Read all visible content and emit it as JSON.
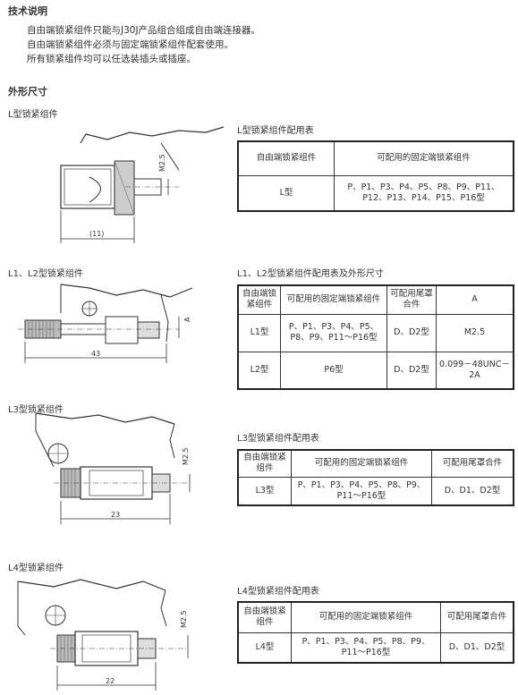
{
  "tech": {
    "title": "技术说明",
    "lines": [
      "自由端锁紧组件只能与J30J产品组合组成自由端连接器。",
      "自由端锁紧组件必须与固定端锁紧组件配套使用。",
      "所有锁紧组件均可以任选装插头或插座。"
    ]
  },
  "dims_title": "外形尺寸",
  "sections": {
    "L": {
      "label": "L型锁紧组件",
      "drawing": {
        "thread": "M2.5",
        "length": "(11)"
      },
      "table_title": "L型锁紧组件配用表",
      "headers": [
        "自由端锁紧组件",
        "可配用的固定端锁紧组件"
      ],
      "rows": [
        [
          "L型",
          "P、P1、P3、P4、P5、P8、P9、P11、P12、P13、P14、P15、P16型"
        ]
      ]
    },
    "L12": {
      "label": "L1、L2型锁紧组件",
      "drawing": {
        "dim": "A",
        "length": "43"
      },
      "table_title": "L1、L2型锁紧组件配用表及外形尺寸",
      "headers": [
        "自由端锁紧组件",
        "可配用的固定端锁紧组件",
        "可配用尾罩合件",
        "A"
      ],
      "rows": [
        [
          "L1型",
          "P、P1、P3、P4、P5、P8、P9、P11～P16型",
          "D、D2型",
          "M2.5"
        ],
        [
          "L2型",
          "P6型",
          "D、D2型",
          "0.099－48UNC－2A"
        ]
      ]
    },
    "L3": {
      "label": "L3型锁紧组件",
      "drawing": {
        "thread": "M2.5",
        "length": "23"
      },
      "table_title": "L3型锁紧组件配用表",
      "headers": [
        "自由端锁紧组件",
        "可配用的固定端锁紧组件",
        "可配用尾罩合件"
      ],
      "rows": [
        [
          "L3型",
          "P、P1、P3、P4、P5、P8、P9、P11～P16型",
          "D、D1、D2型"
        ]
      ]
    },
    "L4": {
      "label": "L4型锁紧组件",
      "drawing": {
        "thread": "M2.5",
        "length": "22"
      },
      "table_title": "L4型锁紧组件配用表",
      "headers": [
        "自由端锁紧组件",
        "可配用的固定端锁紧组件",
        "可配用尾罩合件"
      ],
      "rows": [
        [
          "L4型",
          "P、P1、P3、P4、P5、P8、P9、P11～P16型",
          "D、D1、D2型"
        ]
      ]
    }
  }
}
